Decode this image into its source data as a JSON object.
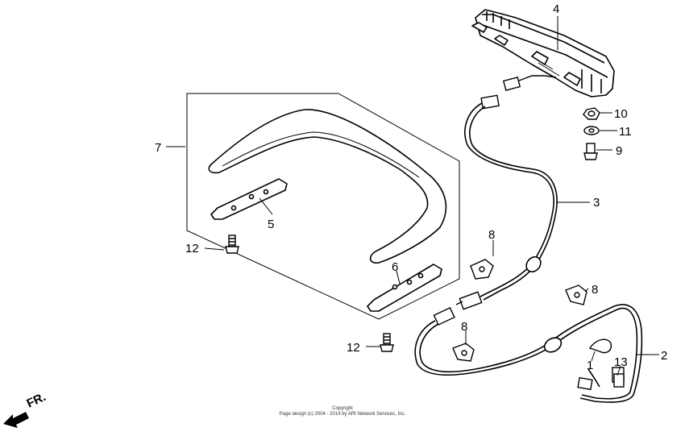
{
  "diagram": {
    "callouts": {
      "c1": "1",
      "c2": "2",
      "c3": "3",
      "c4": "4",
      "c5": "5",
      "c6": "6",
      "c7": "7",
      "c8a": "8",
      "c8b": "8",
      "c8c": "8",
      "c9": "9",
      "c10": "10",
      "c11": "11",
      "c12a": "12",
      "c12b": "12",
      "c13": "13"
    },
    "direction_label": "FR.",
    "copyright_line1": "Copyright",
    "copyright_line2": "Page design (c) 2004 - 2014 by ARI Network Services, Inc."
  }
}
